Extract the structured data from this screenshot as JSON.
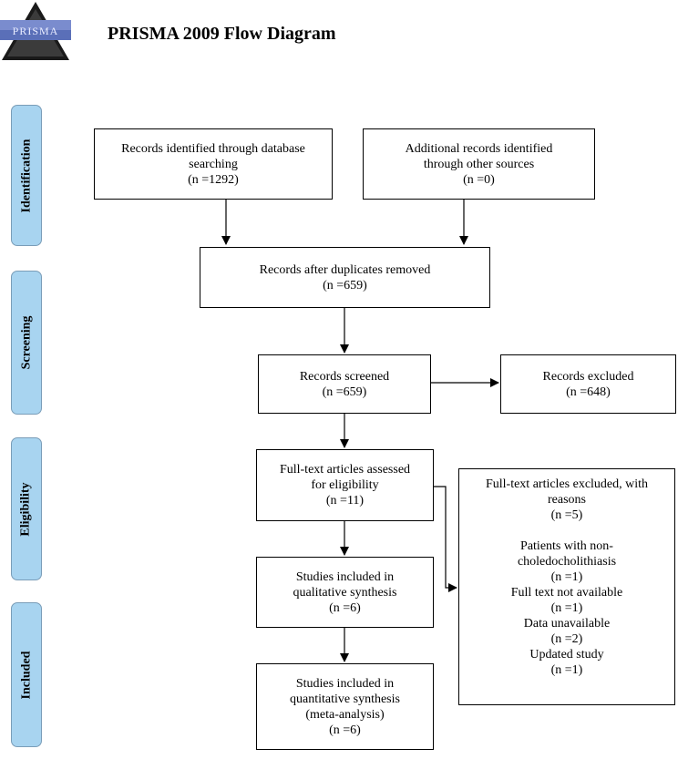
{
  "header": {
    "logo_text": "PRISMA",
    "title": "PRISMA 2009 Flow Diagram"
  },
  "phases": {
    "identification": "Identification",
    "screening": "Screening",
    "eligibility": "Eligibility",
    "included": "Included"
  },
  "boxes": {
    "database": {
      "lines": [
        "Records identified through database",
        "searching"
      ],
      "count": "(n =1292)"
    },
    "other_sources": {
      "lines": [
        "Additional records identified",
        "through other sources"
      ],
      "count": "(n =0)"
    },
    "duplicates_removed": {
      "lines": [
        "Records after duplicates removed"
      ],
      "count": "(n =659)"
    },
    "screened": {
      "lines": [
        "Records screened"
      ],
      "count": "(n =659)"
    },
    "excluded": {
      "lines": [
        "Records excluded"
      ],
      "count": "(n =648)"
    },
    "fulltext_assessed": {
      "lines": [
        "Full-text articles assessed",
        "for eligibility"
      ],
      "count": "(n =11)"
    },
    "qualitative": {
      "lines": [
        "Studies included in",
        "qualitative synthesis"
      ],
      "count": "(n =6)"
    },
    "quantitative": {
      "lines": [
        "Studies included in",
        "quantitative synthesis",
        "(meta-analysis)"
      ],
      "count": "(n =6)"
    },
    "fulltext_excluded": {
      "lines": [
        "Full-text articles excluded, with",
        "reasons"
      ],
      "count": "(n =5)",
      "reasons": [
        {
          "lines": [
            "Patients with non-",
            "choledocholithiasis"
          ],
          "count": "(n =1)"
        },
        {
          "lines": [
            "Full text not available"
          ],
          "count": "(n =1)"
        },
        {
          "lines": [
            "Data unavailable"
          ],
          "count": "(n =2)"
        },
        {
          "lines": [
            "Updated study"
          ],
          "count": "(n =1)"
        }
      ]
    }
  }
}
